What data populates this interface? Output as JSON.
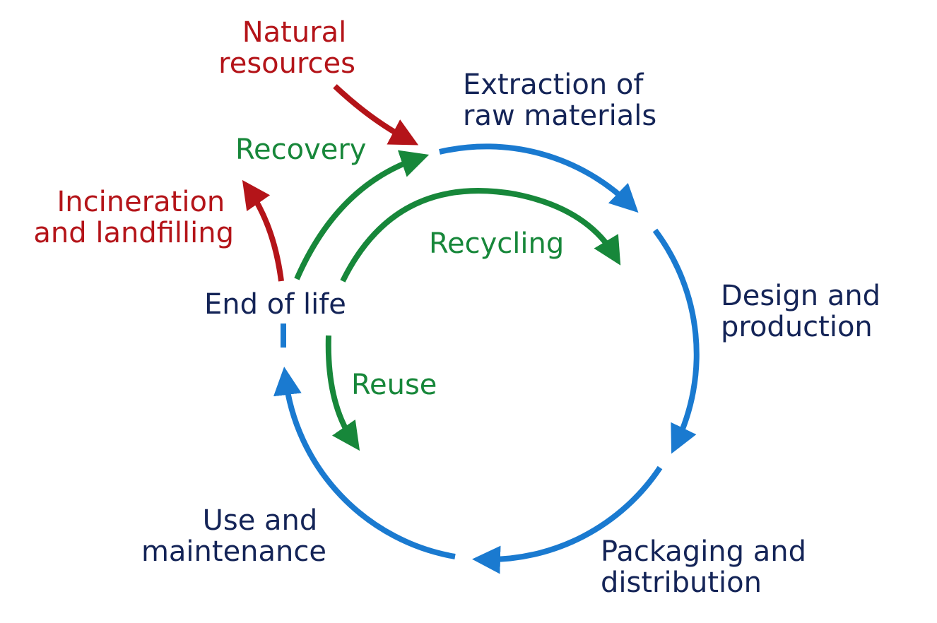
{
  "colors": {
    "lifecycle": "#1a7ad0",
    "loop": "#17873a",
    "external": "#b41419",
    "stage_text": "#142457",
    "loop_text": "#17873a",
    "external_text": "#b41419",
    "background": "#ffffff"
  },
  "external": {
    "natural_resources": [
      "Natural",
      "resources"
    ],
    "incineration": [
      "Incineration",
      "and landfilling"
    ]
  },
  "stages": {
    "extraction": [
      "Extraction of",
      "raw materials"
    ],
    "design": [
      "Design and",
      "production"
    ],
    "packaging": [
      "Packaging and",
      "distribution"
    ],
    "use": [
      "Use and",
      "maintenance"
    ],
    "end_of_life": "End of life"
  },
  "loops": {
    "recovery": "Recovery",
    "recycling": "Recycling",
    "reuse": "Reuse"
  }
}
